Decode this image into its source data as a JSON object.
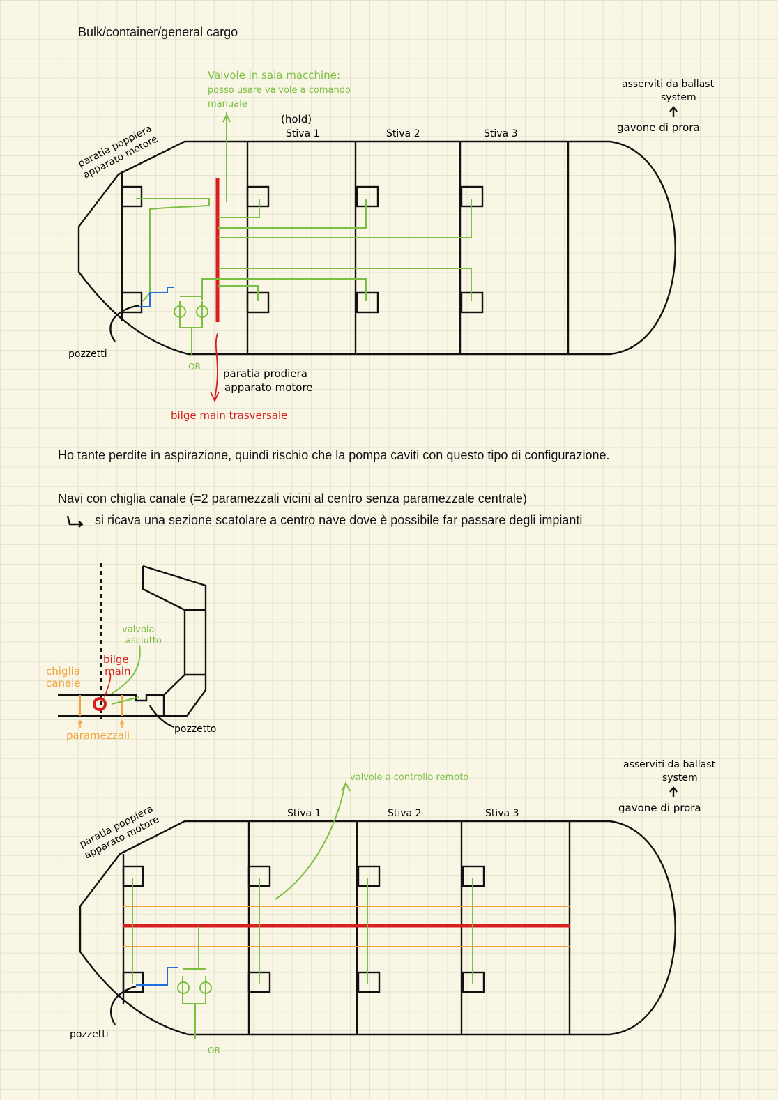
{
  "title": "Bulk/container/general cargo",
  "diagram1": {
    "engine_valves_note": [
      "Valvole in sala macchine:",
      "posso usare valvole a comando",
      "manuale"
    ],
    "hold_note": "(hold)",
    "holds": [
      "Stiva 1",
      "Stiva 2",
      "Stiva 3"
    ],
    "ballast_note": [
      "asserviti da ballast",
      "system"
    ],
    "fore_peak": "gavone di prora",
    "aft_bulkhead": [
      "paratia poppiera",
      "apparato motore"
    ],
    "wells": "pozzetti",
    "overboard": "OB",
    "fwd_bulkhead": [
      "paratia prodiera",
      "apparato motore"
    ],
    "bilge_main": "bilge main trasversale"
  },
  "paragraph1": "Ho tante perdite in aspirazione, quindi rischio che la pompa caviti con questo tipo di configurazione.",
  "paragraph2": "Navi con chiglia canale (=2 paramezzali vicini al centro senza paramezzale centrale)",
  "paragraph3": "si ricava una sezione scatolare a centro nave dove è possibile far passare degli impianti",
  "section": {
    "valve_label": [
      "valvola",
      "asciutto"
    ],
    "bilge_main": [
      "bilge",
      "main"
    ],
    "duct_keel": [
      "chiglia",
      "canale"
    ],
    "girders": "paramezzali",
    "well": "pozzetto"
  },
  "diagram2": {
    "remote_valves": "valvole a controllo remoto",
    "holds": [
      "Stiva 1",
      "Stiva 2",
      "Stiva 3"
    ],
    "ballast_note": [
      "asserviti da ballast",
      "system"
    ],
    "fore_peak": "gavone di prora",
    "aft_bulkhead": [
      "paratia poppiera",
      "apparato motore"
    ],
    "wells": "pozzetti",
    "overboard": "OB"
  },
  "colors": {
    "green": "#7cc043",
    "red": "#d81f1f",
    "orange": "#f2a33a",
    "blue": "#1f6fe0"
  }
}
